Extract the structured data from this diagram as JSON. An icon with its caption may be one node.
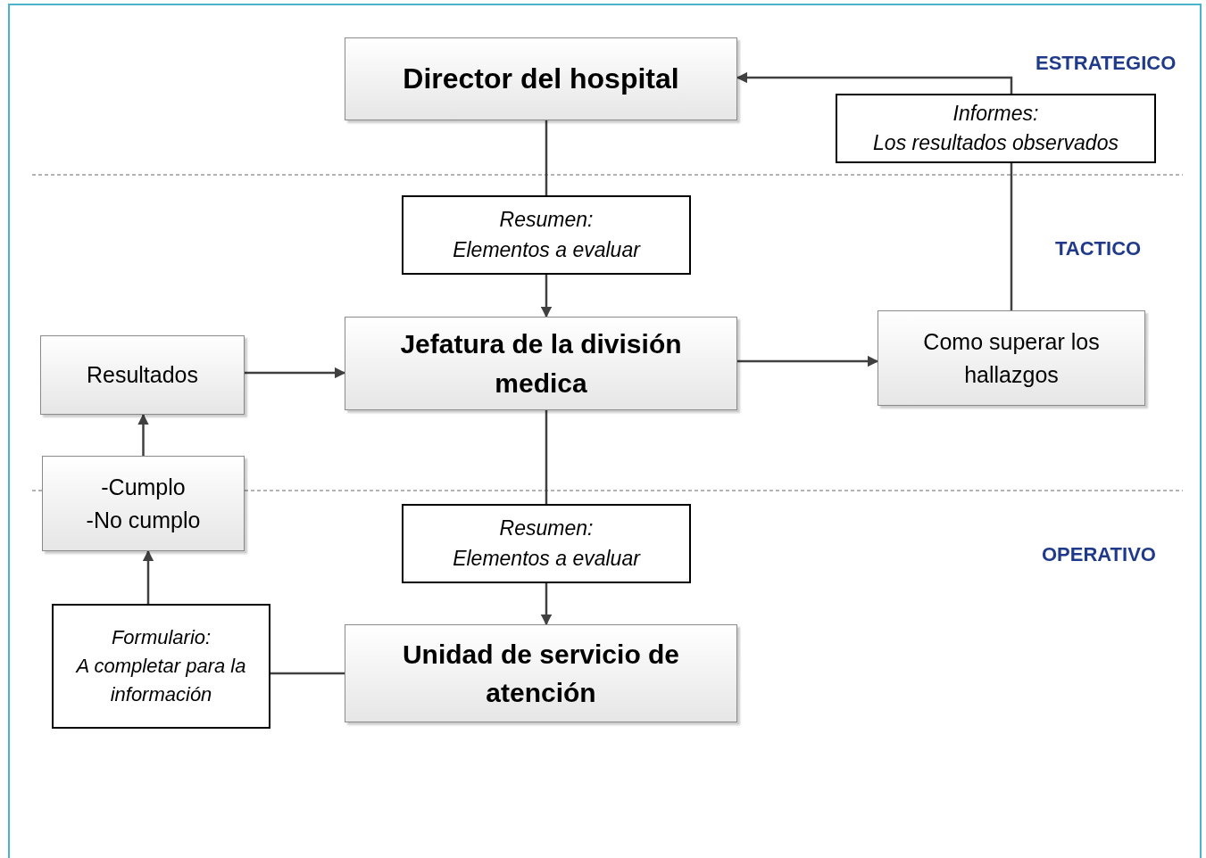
{
  "diagram": {
    "nodes": [
      {
        "text": [
          "Director del hospital"
        ]
      },
      {
        "text": [
          "Informes:",
          "Los resultados observados"
        ]
      },
      {
        "text": [
          "Resumen:",
          "Elementos a evaluar"
        ]
      },
      {
        "text": [
          "Jefatura de la división medica"
        ]
      },
      {
        "text": [
          "Resultados"
        ]
      },
      {
        "text": [
          "Como superar los hallazgos"
        ]
      },
      {
        "text": [
          "-Cumplo",
          "-No cumplo"
        ]
      },
      {
        "text": [
          "Resumen:",
          "Elementos a evaluar"
        ]
      },
      {
        "text": [
          "Formulario:",
          "A completar para la información"
        ]
      },
      {
        "text": [
          "Unidad de servicio de atención"
        ]
      }
    ],
    "edges": [
      {
        "from": 0,
        "to": 2,
        "arrow": "none"
      },
      {
        "from": 2,
        "to": 3,
        "arrow": "to"
      },
      {
        "from": 4,
        "to": 3,
        "arrow": "to"
      },
      {
        "from": 3,
        "to": 5,
        "arrow": "to"
      },
      {
        "from": 5,
        "to": 1,
        "arrow": "none"
      },
      {
        "from": 1,
        "to": 0,
        "arrow": "to"
      },
      {
        "from": 6,
        "to": 4,
        "arrow": "to"
      },
      {
        "from": 8,
        "to": 6,
        "arrow": "to"
      },
      {
        "from": 9,
        "to": 8,
        "arrow": "none"
      },
      {
        "from": 3,
        "to": 7,
        "arrow": "none"
      },
      {
        "from": 7,
        "to": 9,
        "arrow": "to"
      }
    ],
    "labels": [
      "ESTRATEGICO",
      "TACTICO",
      "OPERATIVO"
    ]
  }
}
